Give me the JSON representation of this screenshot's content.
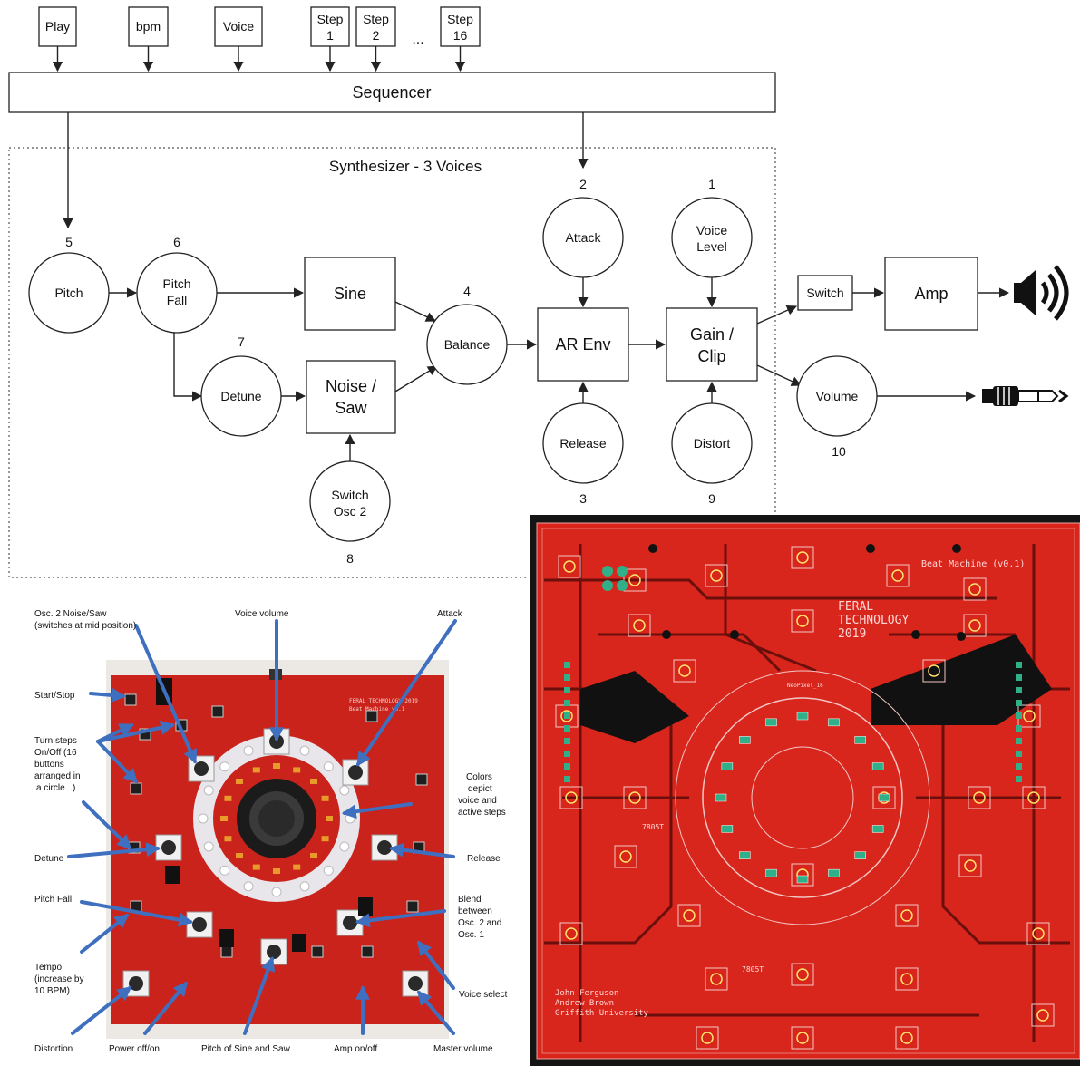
{
  "inputs": {
    "play": "Play",
    "bpm": "bpm",
    "voice": "Voice",
    "step1": [
      "Step",
      "1"
    ],
    "step2": [
      "Step",
      "2"
    ],
    "ellipsis": "...",
    "step16": [
      "Step",
      "16"
    ]
  },
  "sequencer": "Sequencer",
  "synth_title": "Synthesizer - 3 Voices",
  "nodes": {
    "pitch": {
      "label": [
        "Pitch"
      ],
      "num": "5"
    },
    "pitch_fall": {
      "label": [
        "Pitch",
        "Fall"
      ],
      "num": "6"
    },
    "sine": {
      "label": [
        "Sine"
      ]
    },
    "detune": {
      "label": [
        "Detune"
      ],
      "num": "7"
    },
    "noise_saw": {
      "label": [
        "Noise /",
        "Saw"
      ]
    },
    "switch_osc2": {
      "label": [
        "Switch",
        "Osc 2"
      ],
      "num": "8"
    },
    "balance": {
      "label": [
        "Balance"
      ],
      "num": "4"
    },
    "attack": {
      "label": [
        "Attack"
      ],
      "num": "2"
    },
    "ar_env": {
      "label": [
        "AR Env"
      ]
    },
    "release": {
      "label": [
        "Release"
      ],
      "num": "3"
    },
    "voice_level": {
      "label": [
        "Voice",
        "Level"
      ],
      "num": "1"
    },
    "gain_clip": {
      "label": [
        "Gain /",
        "Clip"
      ]
    },
    "distort": {
      "label": [
        "Distort"
      ],
      "num": "9"
    },
    "switch": {
      "label": [
        "Switch"
      ]
    },
    "amp": {
      "label": [
        "Amp"
      ]
    },
    "volume": {
      "label": [
        "Volume"
      ],
      "num": "10"
    }
  },
  "photo_labels": {
    "osc2": [
      "Osc. 2 Noise/Saw",
      "(switches at mid position)"
    ],
    "voice_volume": [
      "Voice volume"
    ],
    "attack": [
      "Attack"
    ],
    "start_stop": [
      "Start/Stop"
    ],
    "turn_steps": [
      "Turn steps",
      "On/Off (16",
      "buttons",
      "arranged in",
      "a circle...)"
    ],
    "colors": [
      "Colors",
      "depict",
      "voice and",
      "active steps"
    ],
    "detune": [
      "Detune"
    ],
    "release": [
      "Release"
    ],
    "pitch_fall": [
      "Pitch Fall"
    ],
    "blend": [
      "Blend",
      "between",
      "Osc. 2 and",
      "Osc. 1"
    ],
    "tempo": [
      "Tempo",
      "(increase by",
      "10 BPM)"
    ],
    "voice_select": [
      "Voice select"
    ],
    "distortion": [
      "Distortion"
    ],
    "power": [
      "Power off/on"
    ],
    "pitch_sine_saw": [
      "Pitch of Sine and Saw"
    ],
    "amp_onoff": [
      "Amp on/off"
    ],
    "master_volume": [
      "Master volume"
    ]
  },
  "board_silk": {
    "brand": [
      "FERAL TECHNOLOGY 2019",
      "Beat Machine v0.1"
    ]
  },
  "pcb": {
    "title": "Beat Machine (v0.1)",
    "brand": [
      "FERAL",
      "TECHNOLOGY",
      "2019"
    ],
    "neopixel": "NeoPixel_16",
    "reg1": "7805T",
    "reg2": "7805T",
    "credits": [
      "John Ferguson",
      "Andrew Brown",
      "Griffith University"
    ]
  },
  "colors": {
    "pcb_red": "#d9261c",
    "pcb_dark": "#8e1410",
    "annotation_arrow": "#3f6fbf"
  }
}
